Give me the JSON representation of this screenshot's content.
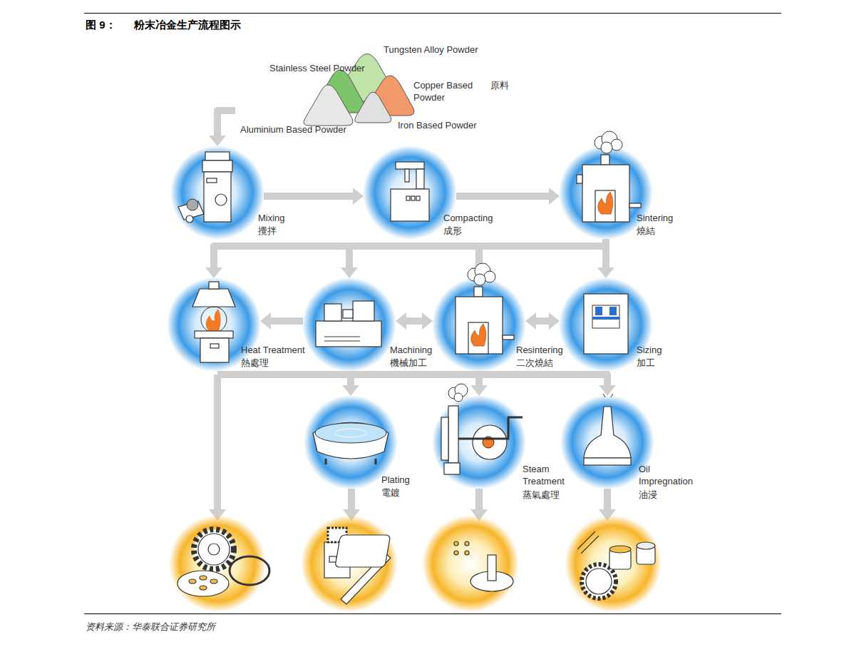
{
  "diagram": {
    "title": "粉末冶金生产流程图示",
    "caption": "资料来源：华泰联合证券研究所",
    "nodes": [
      {
        "text": [
          "Tungsten Alloy Powder",
          "Stainless Steel Powder",
          "Copper Based Powder",
          "原料",
          "Aluminium Based Powder",
          "Iron Based Powder"
        ]
      },
      {
        "text": [
          "Mixing",
          "攪拌"
        ]
      },
      {
        "text": [
          "Compacting",
          "成形"
        ]
      },
      {
        "text": [
          "Sintering",
          "燒結"
        ]
      },
      {
        "text": [
          "Heat Treatment",
          "熱處理"
        ]
      },
      {
        "text": [
          "Machining",
          "機械加工"
        ]
      },
      {
        "text": [
          "Resintering",
          "二次燒結"
        ]
      },
      {
        "text": [
          "Sizing",
          "加工"
        ]
      },
      {
        "text": [
          "Plating",
          "電鍍"
        ]
      },
      {
        "text": [
          "Steam Treatment",
          "蒸氣處理"
        ]
      },
      {
        "text": [
          "Oil Impregnation",
          "油浸"
        ]
      }
    ],
    "edges": [
      {
        "from": 0,
        "to": 1,
        "arrow": "to"
      },
      {
        "from": 1,
        "to": 2,
        "arrow": "to"
      },
      {
        "from": 2,
        "to": 3,
        "arrow": "to"
      },
      {
        "from": 3,
        "to": 4,
        "arrow": "to"
      },
      {
        "from": 3,
        "to": 5,
        "arrow": "to"
      },
      {
        "from": 3,
        "to": 6,
        "arrow": "to"
      },
      {
        "from": 3,
        "to": 7,
        "arrow": "to"
      },
      {
        "from": 5,
        "to": 4,
        "arrow": "to"
      },
      {
        "from": 5,
        "to": 6,
        "arrow": "both"
      },
      {
        "from": 6,
        "to": 7,
        "arrow": "both"
      },
      {
        "from": 7,
        "to": 8,
        "arrow": "to"
      },
      {
        "from": 7,
        "to": 9,
        "arrow": "to"
      },
      {
        "from": 7,
        "to": 10,
        "arrow": "to"
      }
    ],
    "labels": [
      "图 9："
    ]
  }
}
